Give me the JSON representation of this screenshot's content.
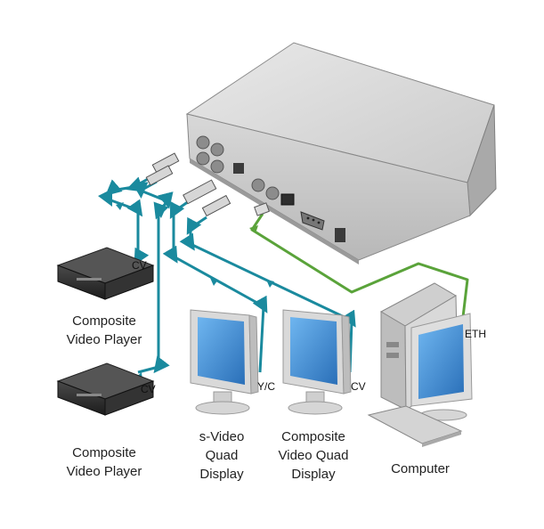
{
  "devices": {
    "player_top": {
      "line1": "Composite",
      "line2": "Video Player"
    },
    "player_bottom": {
      "line1": "Composite",
      "line2": "Video Player"
    },
    "svideo_display": {
      "line1": "s-Video",
      "line2": "Quad",
      "line3": "Display"
    },
    "composite_display": {
      "line1": "Composite",
      "line2": "Video Quad",
      "line3": "Display"
    },
    "computer": {
      "label": "Computer"
    }
  },
  "signals": {
    "cv_top": "CV",
    "cv_bottom": "CV",
    "yc": "Y/C",
    "cv_display": "CV",
    "eth": "ETH"
  },
  "colors": {
    "video_cable": "#1a8a9e",
    "eth_cable": "#5aa33a",
    "screen": "#3f8fd6",
    "device_body": "#2b2b2b",
    "chassis": "#cfcfcf"
  }
}
